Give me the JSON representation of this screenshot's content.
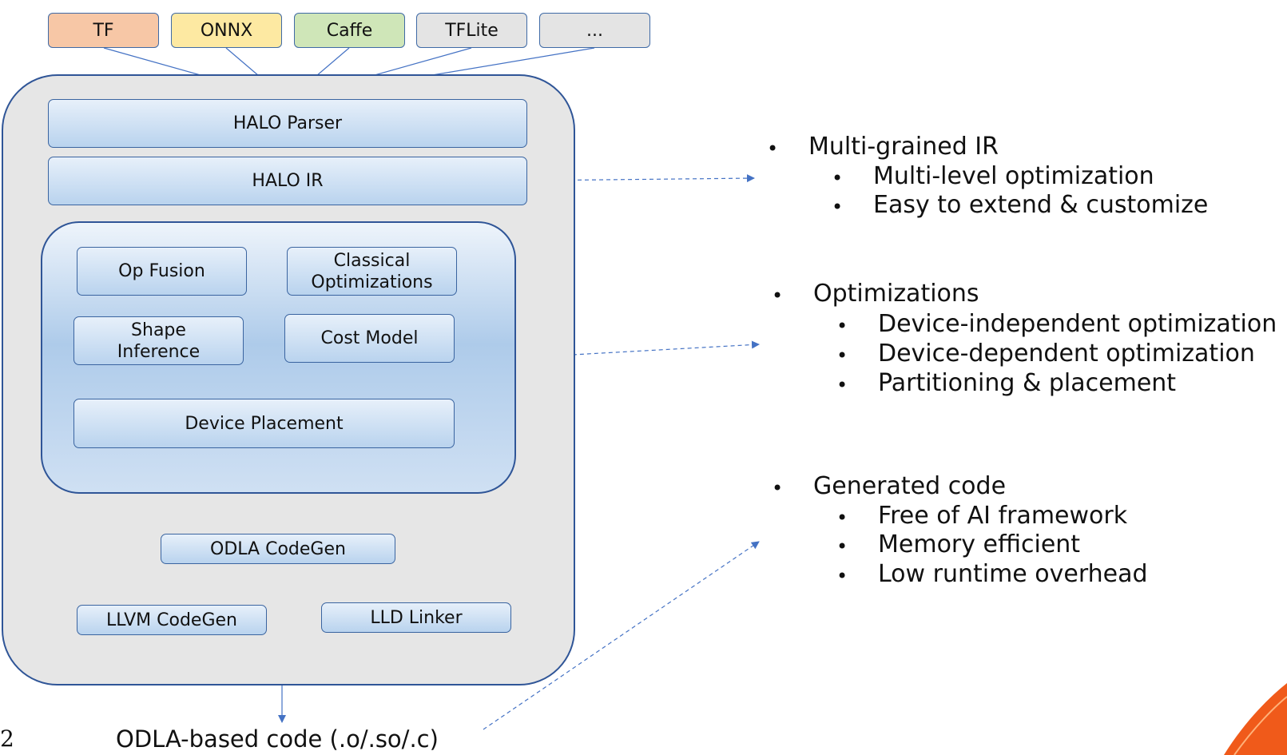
{
  "frameworks": [
    "TF",
    "ONNX",
    "Caffe",
    "TFLite",
    "..."
  ],
  "components": {
    "parser": "HALO Parser",
    "ir": "HALO IR",
    "op_fusion": "Op Fusion",
    "classical_line1": "Classical",
    "classical_line2": "Optimizations",
    "shape_line1": "Shape",
    "shape_line2": "Inference",
    "cost_model": "Cost Model",
    "device_placement": "Device Placement",
    "odla_codegen": "ODLA CodeGen",
    "llvm_codegen": "LLVM CodeGen",
    "lld_linker": "LLD Linker"
  },
  "output_label": "ODLA-based code (.o/.so/.c)",
  "page_number": "2",
  "bullet_char": "•",
  "notes": [
    {
      "title": "Multi-grained IR",
      "items": [
        "Multi-level optimization",
        "Easy to extend & customize"
      ]
    },
    {
      "title": "Optimizations",
      "items": [
        "Device-independent optimization",
        "Device-dependent optimization",
        "Partitioning & placement"
      ]
    },
    {
      "title": "Generated code",
      "items": [
        "Free of AI framework",
        "Memory efficient",
        "Low runtime overhead"
      ]
    }
  ],
  "colors": {
    "tf": "#f7c7a6",
    "onnx": "#fde9a2",
    "caffe": "#cfe6b8",
    "tflite": "#e4e4e4",
    "more": "#e4e4e4",
    "border": "#2f5597",
    "arrow": "#4472c4",
    "accent": "#f05a1a"
  }
}
